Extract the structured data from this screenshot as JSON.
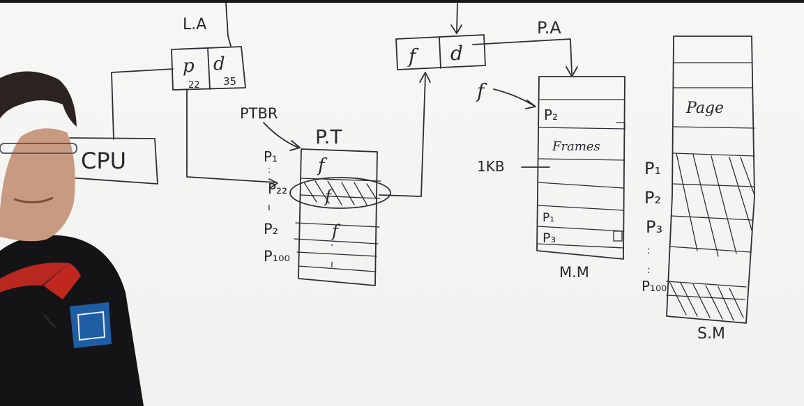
{
  "diagram": {
    "logical_address": {
      "label": "L.A",
      "page_field": "p",
      "offset_field": "d",
      "page_value": "22",
      "offset_value": "35"
    },
    "cpu": {
      "label": "CPU"
    },
    "ptbr": {
      "label": "PTBR"
    },
    "page_table": {
      "title": "P.T",
      "row_labels": [
        "P₁",
        "P₂₂",
        "P₂",
        "P₁₀₀"
      ],
      "entry_label": "f"
    },
    "physical_address": {
      "label": "P.A",
      "frame_field": "f",
      "offset_field": "d"
    },
    "main_memory": {
      "label": "M.M",
      "frame_pointer": "f",
      "rows": [
        "P₂",
        "Frames",
        "",
        "",
        "P₁",
        "P₃"
      ],
      "size_label": "1KB"
    },
    "secondary_memory": {
      "label": "S.M",
      "page_label": "Page",
      "row_labels": [
        "P₁",
        "P₂",
        "P₃",
        "P₁₀₀"
      ]
    }
  },
  "colors": {
    "ink": "#2b2d33",
    "board": "#f4f4f2",
    "shirt": "#111111",
    "shirt_accent": "#c0281f",
    "logo": "#2a6fb4"
  }
}
